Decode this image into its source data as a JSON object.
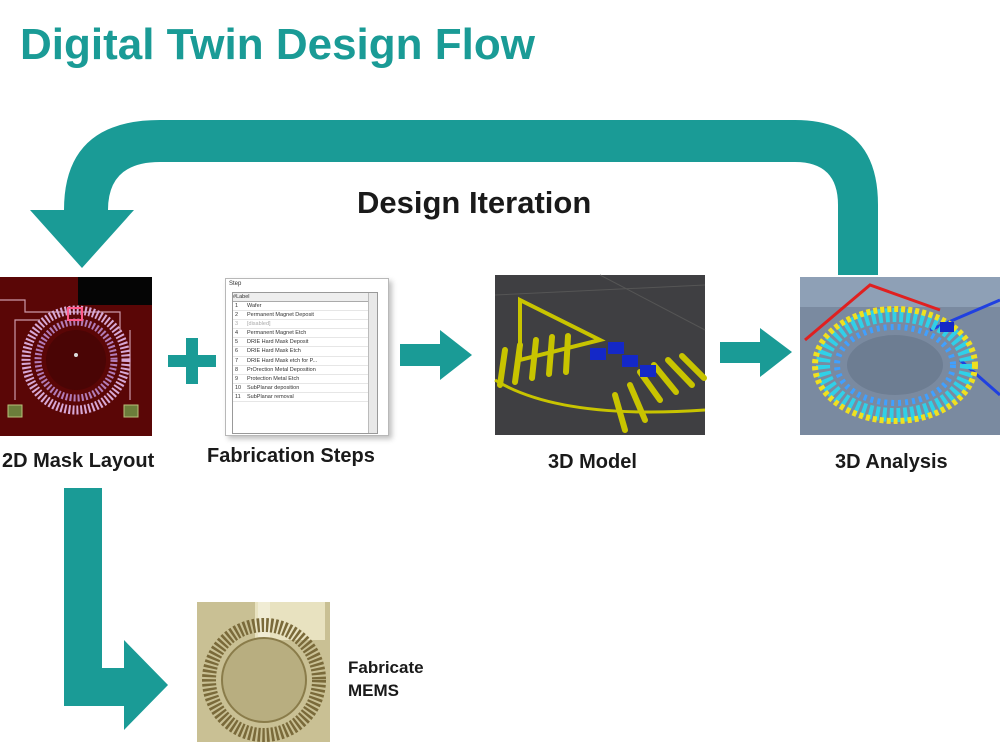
{
  "title": "Digital Twin Design Flow",
  "iteration_label": "Design Iteration",
  "stages": {
    "mask": "2D Mask Layout",
    "steps": "Fabrication Steps",
    "model": "3D Model",
    "analysis": "3D Analysis"
  },
  "fabricate": {
    "line1": "Fabricate",
    "line2": "MEMS"
  },
  "steps_panel": {
    "header": "Step",
    "col_num": "#",
    "col_label": "Label",
    "rows": [
      {
        "n": "1",
        "label": "Wafer"
      },
      {
        "n": "2",
        "label": "Permanent Magnet Deposit"
      },
      {
        "n": "3",
        "label": "[disabled]"
      },
      {
        "n": "4",
        "label": "Permanent Magnet Etch"
      },
      {
        "n": "5",
        "label": "DRIE Hard Mask Deposit"
      },
      {
        "n": "6",
        "label": "DRIE Hard Mask Etch"
      },
      {
        "n": "7",
        "label": "DRIE Hard Mask etch for P..."
      },
      {
        "n": "8",
        "label": "PrOrection Metal Deposition"
      },
      {
        "n": "9",
        "label": "Protection Metal Etch"
      },
      {
        "n": "10",
        "label": "SubPlanar deposition"
      },
      {
        "n": "11",
        "label": "SubPlanar removal"
      }
    ]
  },
  "colors": {
    "accent": "#1a9b96",
    "text": "#1a1a1a"
  }
}
